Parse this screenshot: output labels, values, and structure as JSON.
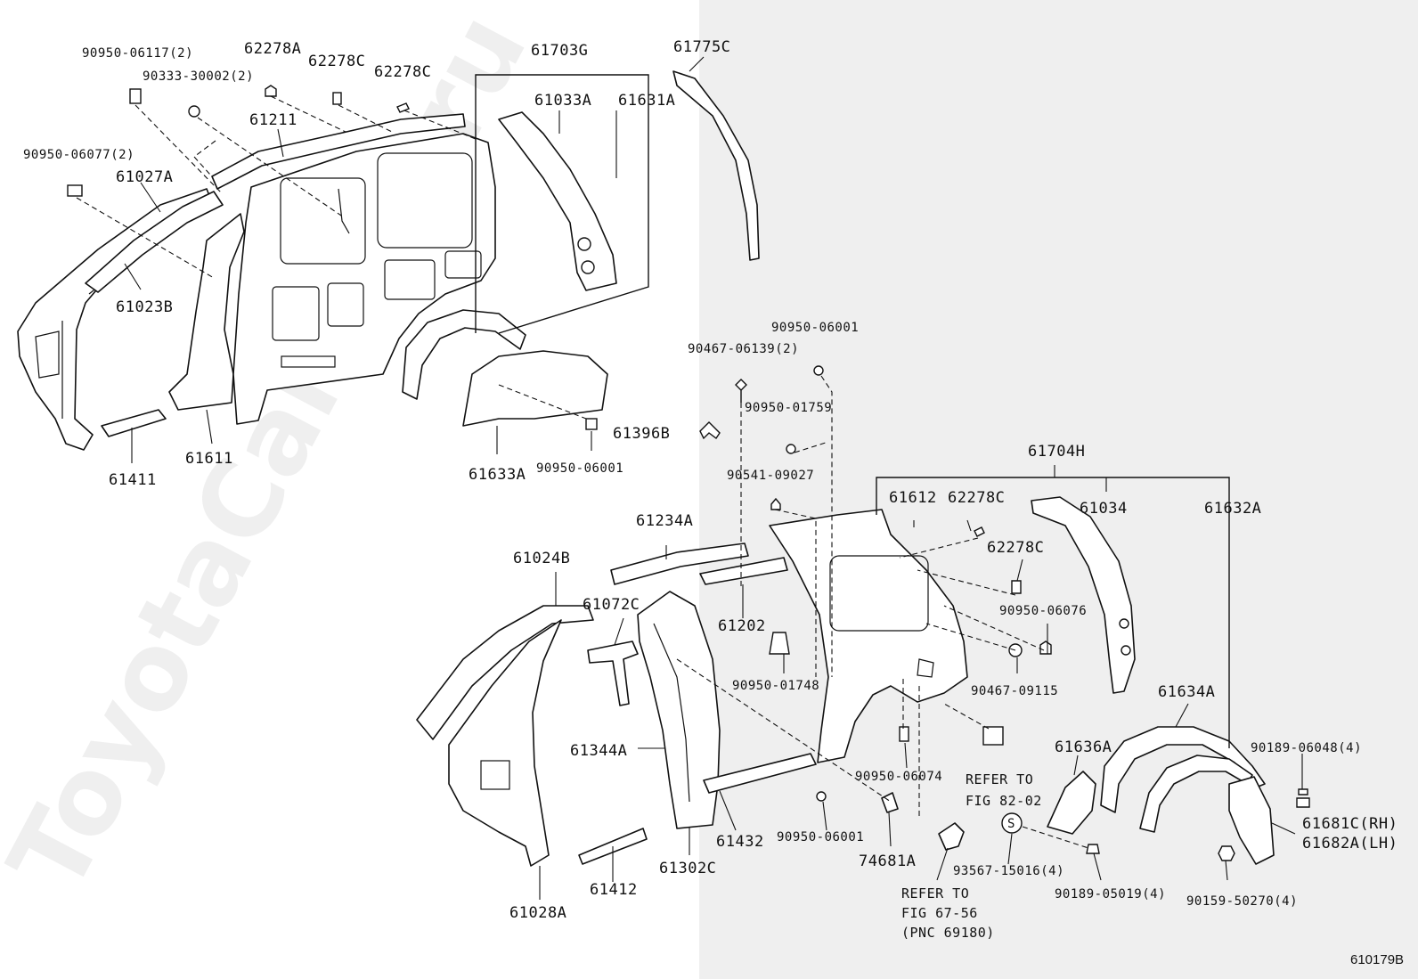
{
  "watermark": "ToyotaCarMin.ru",
  "figure_id": "610179B",
  "labels": {
    "p9095006117": "90950-06117(2)",
    "p9033330002": "90333-30002(2)",
    "p62278A": "62278A",
    "p62278C_a": "62278C",
    "p62278C_b": "62278C",
    "p61211": "61211",
    "p9095006077": "90950-06077(2)",
    "p61027A": "61027A",
    "p61023B": "61023B",
    "p61411": "61411",
    "p61611": "61611",
    "p61703G": "61703G",
    "p61033A": "61033A",
    "p61631A": "61631A",
    "p61775C": "61775C",
    "p61633A": "61633A",
    "p9095006001_a": "90950-06001",
    "p9095006001_b": "90950-06001",
    "p9046706139": "90467-06139(2)",
    "p9095001759": "90950-01759",
    "p61396B": "61396B",
    "p9054109027": "90541-09027",
    "p61704H": "61704H",
    "p61612": "61612",
    "p62278C_c": "62278C",
    "p61034": "61034",
    "p61632A": "61632A",
    "p62278C_d": "62278C",
    "p61234A": "61234A",
    "p61024B": "61024B",
    "p61072C": "61072C",
    "p61202": "61202",
    "p9095006076": "90950-06076",
    "p9095001748": "90950-01748",
    "p9046709115": "90467-09115",
    "p61634A": "61634A",
    "p61344A": "61344A",
    "p61636A": "61636A",
    "p9018906048": "90189-06048(4)",
    "p9095006074": "90950-06074",
    "p61681C": "61681C(RH)",
    "p61682A": "61682A(LH)",
    "p9095006001_c": "90950-06001",
    "p61432": "61432",
    "p61302C": "61302C",
    "p74681A": "74681A",
    "p61412": "61412",
    "p61028A": "61028A",
    "p9356715016": "93567-15016(4)",
    "p9018905019": "90189-05019(4)",
    "p9015950270": "90159-50270(4)",
    "s_mark": "S"
  },
  "references": {
    "refer1_line1": "REFER TO",
    "refer1_line2": "FIG 82-02",
    "refer2_line1": "REFER TO",
    "refer2_line2": "FIG 67-56",
    "refer2_line3": "(PNC 69180)"
  }
}
